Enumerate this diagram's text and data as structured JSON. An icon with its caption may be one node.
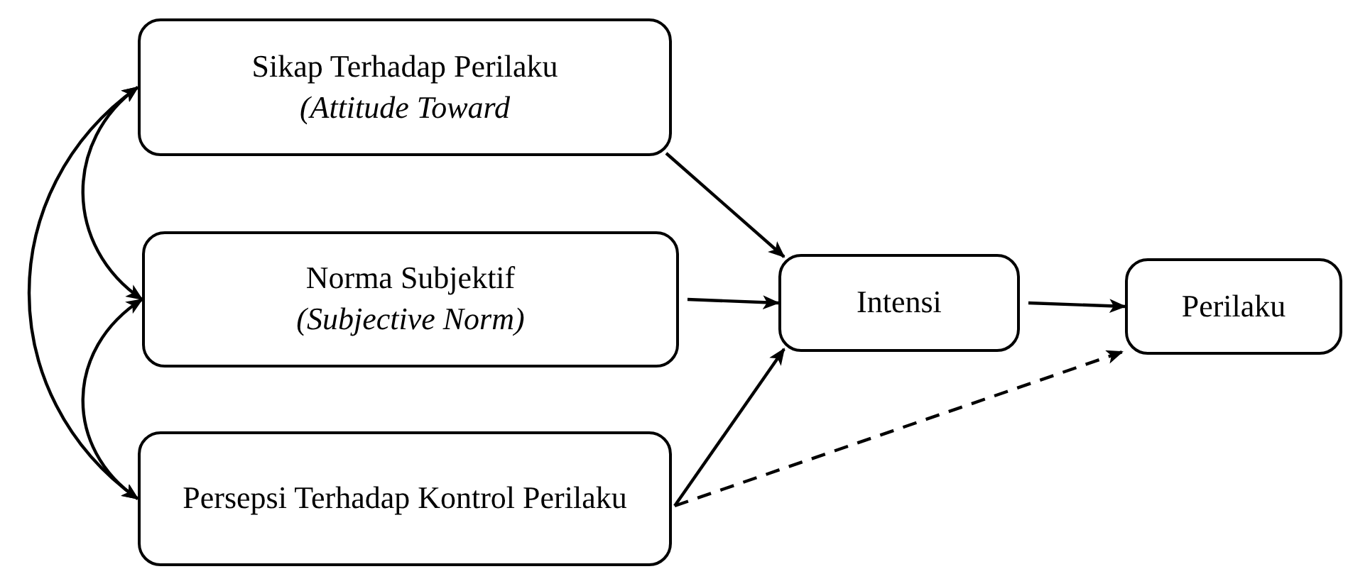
{
  "diagram": {
    "nodes": [
      {
        "text": [
          "Sikap Terhadap Perilaku",
          "*(Attitude Toward*"
        ]
      },
      {
        "text": [
          "Norma Subjektif",
          "*(Subjective Norm)*"
        ]
      },
      {
        "text": [
          "Persepsi Terhadap Kontrol Perilaku"
        ]
      },
      {
        "text": [
          "Intensi"
        ]
      },
      {
        "text": [
          "Perilaku"
        ]
      }
    ],
    "edges": [
      {
        "from": 0,
        "to": 1,
        "arrow": "both"
      },
      {
        "from": 1,
        "to": 2,
        "arrow": "both"
      },
      {
        "from": 0,
        "to": 2,
        "arrow": "both"
      },
      {
        "from": 0,
        "to": 3,
        "arrow": "to"
      },
      {
        "from": 1,
        "to": 3,
        "arrow": "to"
      },
      {
        "from": 2,
        "to": 3,
        "arrow": "to"
      },
      {
        "from": 3,
        "to": 4,
        "arrow": "to"
      },
      {
        "from": 2,
        "to": 4,
        "arrow": "to",
        "style": "dashed"
      }
    ]
  }
}
